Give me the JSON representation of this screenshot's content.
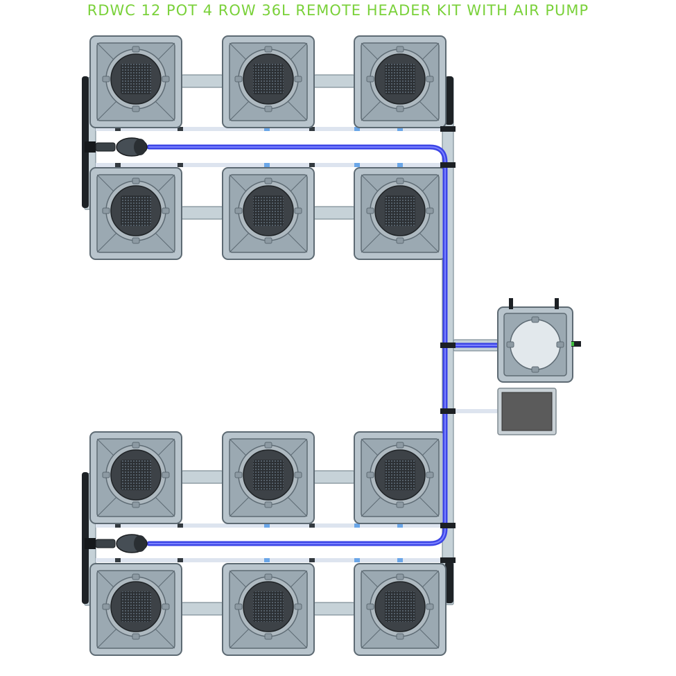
{
  "title": "RDWC 12 POT 4 ROW 36L REMOTE HEADER KIT WITH AIR PUMP",
  "colors": {
    "title": "#7ad13a",
    "pot_body": "#b8c4cc",
    "pot_edge": "#5d6a73",
    "pot_inner": "#9ba9b2",
    "basket": "#3d4247",
    "pipe": "#c6d2d8",
    "pipe_edge": "#7f8f98",
    "air_line": "#3c45e6",
    "air_line_light": "#7b82ff",
    "drain_line": "#dde4ef",
    "pump_screen": "#5b5b5b"
  },
  "components": {
    "pots": {
      "rows": 4,
      "per_row": 3,
      "count": 12
    },
    "icons": [
      "grow-pot-icon",
      "air-pump-icon",
      "header-tank-icon",
      "controller-box-icon",
      "air-stone-icon"
    ]
  }
}
